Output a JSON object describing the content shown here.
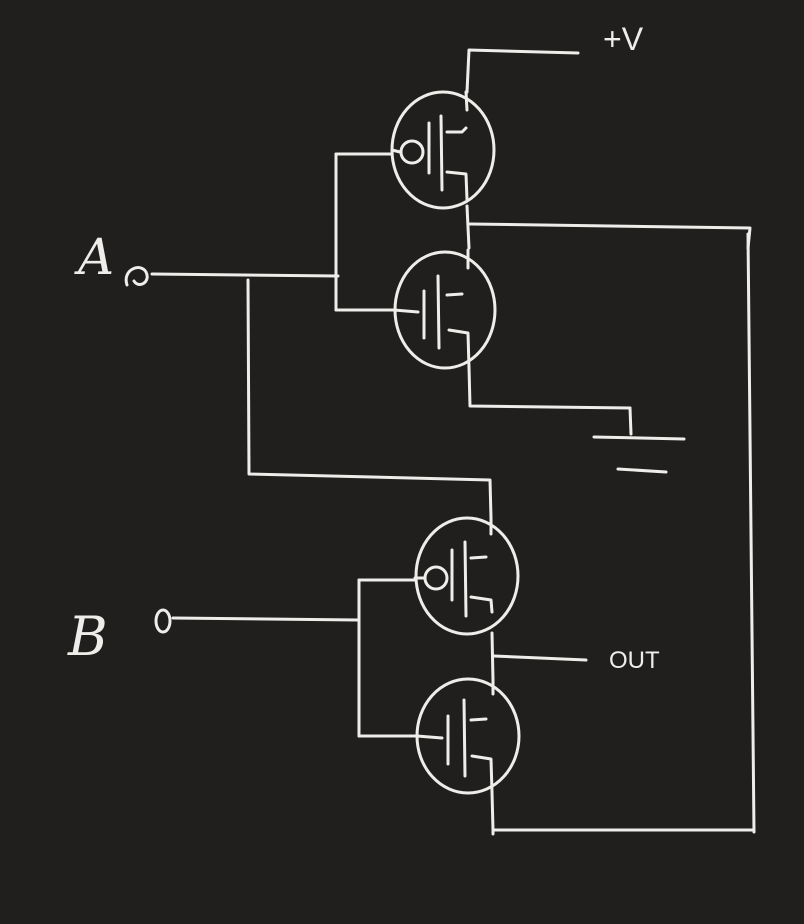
{
  "labels": {
    "input_a": "A",
    "input_b": "B",
    "supply": "+V",
    "output": "OUT"
  },
  "colors": {
    "background": "#201f1e",
    "stroke": "#efedea"
  },
  "components": {
    "transistors": [
      {
        "id": "q1",
        "kind": "PMOS"
      },
      {
        "id": "q2",
        "kind": "NMOS"
      },
      {
        "id": "q3",
        "kind": "PMOS"
      },
      {
        "id": "q4",
        "kind": "NMOS"
      }
    ],
    "symbols": [
      "supply-rail",
      "ground-symbol",
      "input-terminal-a",
      "input-terminal-b"
    ]
  }
}
